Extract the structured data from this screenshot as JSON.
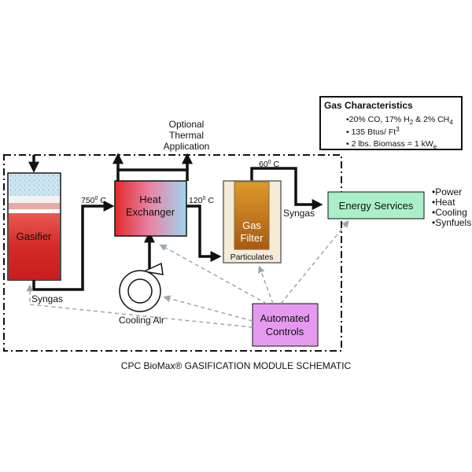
{
  "title": "CPC BioMax® GASIFICATION MODULE SCHEMATIC",
  "gas_characteristics": {
    "heading": "Gas Characteristics",
    "line1": {
      "pre": "•20% CO, 17% H",
      "sub1": "2",
      "mid": " & 2% CH",
      "sub2": "4"
    },
    "line2": {
      "pre": "• 135 Btus/ Ft",
      "sup": "3"
    },
    "line3": {
      "pre": "• 2 lbs. Biomass = 1 kW",
      "sub": "e"
    }
  },
  "components": {
    "gasifier": "Gasifier",
    "heat_exchanger": {
      "line1": "Heat",
      "line2": "Exchanger"
    },
    "gas_filter": {
      "line1": "Gas",
      "line2": "Filter"
    },
    "particulates": "Particulates",
    "energy_services": "Energy Services",
    "automated_controls": {
      "line1": "Automated",
      "line2": "Controls"
    },
    "cooling_air": "Cooling Air"
  },
  "optional": {
    "line1": "Optional",
    "line2": "Thermal",
    "line3": "Application"
  },
  "flow_labels": {
    "syngas_bottom": "Syngas",
    "syngas_right": "Syngas",
    "temp_750": {
      "value": "750",
      "sup": "0",
      "unit": " C"
    },
    "temp_120": {
      "value": "120",
      "sup": "0",
      "unit": " C"
    },
    "temp_60": {
      "value": "60",
      "sup": "0",
      "unit": " C"
    }
  },
  "outputs": [
    "•Power",
    "•Heat",
    "•Cooling",
    "•Synfuels"
  ],
  "colors": {
    "gasifier_top": "#cfe6f2",
    "gasifier_red": "#d42a2a",
    "heat_exchanger_left": "#e02a2a",
    "heat_exchanger_right": "#9fd4f0",
    "filter_outer": "#f5ebd7",
    "filter_core": "#c8781a",
    "energy_services": "#a9f0c8",
    "automated_controls": "#e59aef",
    "dashed_arrows": "#9aa7b1"
  }
}
